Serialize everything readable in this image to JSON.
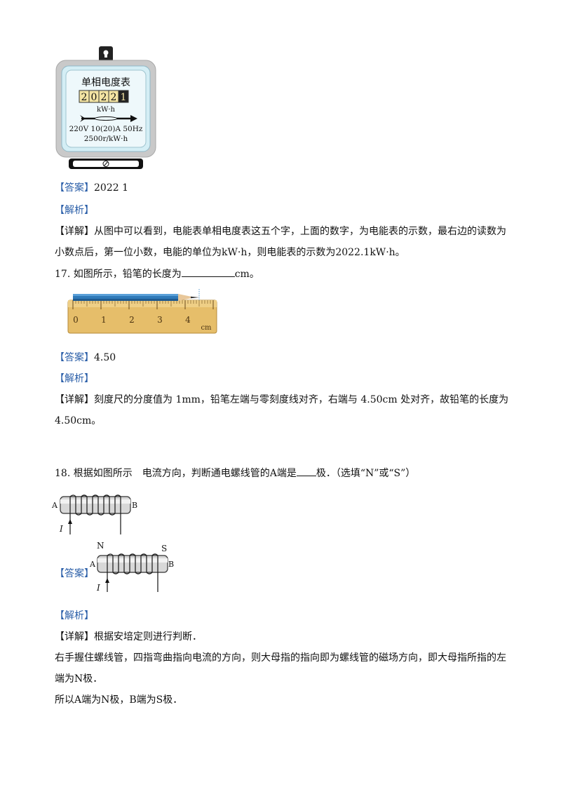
{
  "meter": {
    "title": "单相电度表",
    "digits": [
      "2",
      "0",
      "2",
      "2",
      "1"
    ],
    "unit": "kW·h",
    "spec1": "220V 10(20)A 50Hz",
    "spec2": "2500r/kW·h"
  },
  "q16": {
    "answer_tag": "【答案】",
    "answer": "2022 1",
    "analysis_tag": "【解析】",
    "detail_tag": "【详解】",
    "detail_line1": "从图中可以看到，电能表单相电度表这五个字，上面的数字，为电能表的示数，最右边的读数为",
    "detail_line2": "小数点后，第一位小数，电能的单位为kW·h，则电能表的示数为2022.1kW·h。"
  },
  "q17": {
    "number": "17.",
    "question_pre": "如图所示，铅笔的长度为",
    "question_post": "cm。",
    "ruler_ticks": [
      "0",
      "1",
      "2",
      "3",
      "4"
    ],
    "ruler_unit": "cm",
    "answer_tag": "【答案】",
    "answer": "4.50",
    "analysis_tag": "【解析】",
    "detail_tag": "【详解】",
    "detail_line1": "刻度尺的分度值为 1mm，铅笔左端与零刻度线对齐，右端与 4.50cm 处对齐，故铅笔的长度为",
    "detail_line2": "4.50cm。"
  },
  "q18": {
    "number": "18.",
    "question_pre": "根据如图所示　电流方向，判断通电螺线管的A端是",
    "question_post": "极．（选填“N”或“S”）",
    "label_A": "A",
    "label_B": "B",
    "label_I": "I",
    "label_N": "N",
    "label_S": "S",
    "answer_tag": "【答案】",
    "analysis_tag": "【解析】",
    "detail_tag": "【详解】",
    "detail_line1": "根据安培定则进行判断．",
    "detail_line2": "右手握住螺线管，四指弯曲指向电流的方向，则大母指的指向即为螺线管的磁场方向，即大母指所指的左",
    "detail_line3": "端为N极．",
    "detail_line4": "所以A端为N极，B端为S极．"
  }
}
